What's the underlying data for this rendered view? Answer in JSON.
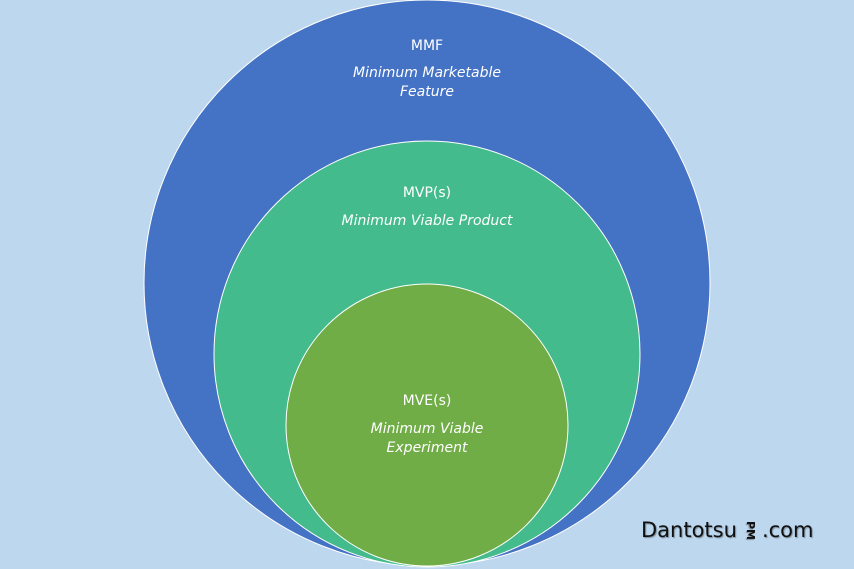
{
  "diagram": {
    "background": "#bdd7ee",
    "circles": [
      {
        "id": "mmf",
        "title": "MMF",
        "subtitle_lines": [
          "Minimum Marketable",
          "Feature"
        ],
        "color": "#4472c4"
      },
      {
        "id": "mvp",
        "title": "MVP(s)",
        "subtitle_lines": [
          "Minimum Viable Product"
        ],
        "color": "#43bb8c"
      },
      {
        "id": "mve",
        "title": "MVE(s)",
        "subtitle_lines": [
          "Minimum Viable",
          "Experiment"
        ],
        "color": "#70ad47"
      }
    ]
  },
  "brand": {
    "name": "Dantotsu",
    "pm": "PM",
    "suffix": ".com"
  }
}
